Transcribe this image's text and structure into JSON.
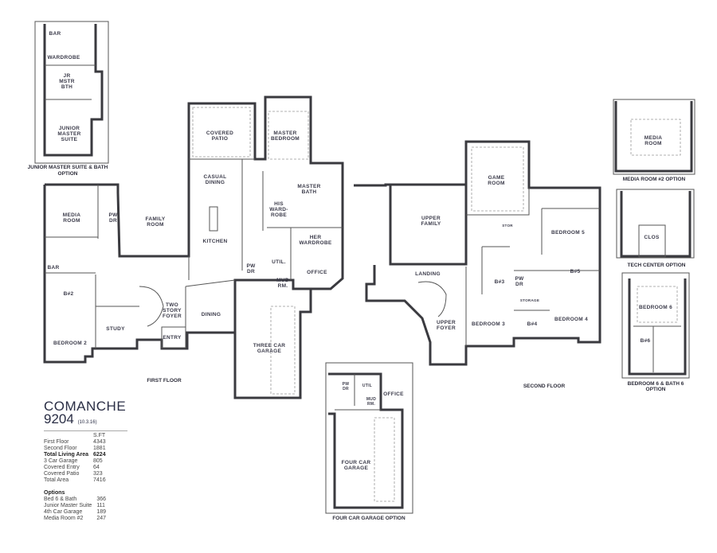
{
  "plan": {
    "name": "COMANCHE",
    "number": "9204",
    "date": "(10.3.16)",
    "area_header": "S.FT",
    "areas": [
      {
        "label": "First Floor",
        "value": "4343"
      },
      {
        "label": "Second Floor",
        "value": "1881"
      },
      {
        "label": "Total Living Area",
        "value": "6224"
      },
      {
        "label": "3 Car Garage",
        "value": "805"
      },
      {
        "label": "Covered Entry",
        "value": "64"
      },
      {
        "label": "Covered Patio",
        "value": "323"
      },
      {
        "label": "Total Area",
        "value": "7416"
      }
    ],
    "options_title": "Options",
    "options": [
      {
        "label": "Bed 6 & Bath",
        "value": "366"
      },
      {
        "label": "Junior Master Suite",
        "value": "111"
      },
      {
        "label": "4th Car Garage",
        "value": "189"
      },
      {
        "label": "Media Room #2",
        "value": "247"
      }
    ]
  },
  "first_floor": {
    "caption": "FIRST FLOOR",
    "rooms": {
      "covered_patio": [
        "COVERED",
        "PATIO"
      ],
      "master_bedroom": [
        "MASTER",
        "BEDROOM"
      ],
      "casual_dining": [
        "CASUAL",
        "DINING"
      ],
      "master_bath": [
        "MASTER",
        "BATH"
      ],
      "his_wardrobe": [
        "HIS",
        "WARD-",
        "ROBE"
      ],
      "family_room": [
        "FAMILY",
        "ROOM"
      ],
      "media_room": [
        "MEDIA",
        "ROOM"
      ],
      "pw_dr_1": [
        "PW",
        "DR"
      ],
      "kitchen": "KITCHEN",
      "her_wardrobe": [
        "HER",
        "WARDROBE"
      ],
      "bar": "BAR",
      "pw_dr_2": [
        "PW",
        "DR"
      ],
      "util": "UTIL.",
      "office": "OFFICE",
      "mud_rm": [
        "MUD",
        "RM."
      ],
      "bath_2": "B#2",
      "two_story_foyer": [
        "TWO",
        "STORY",
        "FOYER"
      ],
      "dining": "DINING",
      "study": "STUDY",
      "entry": "ENTRY",
      "bedroom_2": "BEDROOM 2",
      "three_car_garage": [
        "THREE CAR",
        "GARAGE"
      ]
    }
  },
  "junior_option": {
    "caption": [
      "JUNIOR MASTER SUITE & BATH",
      "OPTION"
    ],
    "rooms": {
      "bar": "BAR",
      "wardrobe": "WARDROBE",
      "jr_mstr_bth": [
        "JR",
        "MSTR",
        "BTH"
      ],
      "junior_master_suite": [
        "JUNIOR",
        "MASTER",
        "SUITE"
      ]
    }
  },
  "second_floor": {
    "caption": "SECOND FLOOR",
    "rooms": {
      "game_room": [
        "GAME",
        "ROOM"
      ],
      "upper_family": [
        "UPPER",
        "FAMILY"
      ],
      "stor": "STOR",
      "bedroom_5": "BEDROOM 5",
      "landing": "LANDING",
      "bath_5": "B#5",
      "bath_3": "B#3",
      "pw_dr": [
        "PW",
        "DR"
      ],
      "storage": "STORAGE",
      "upper_foyer": [
        "UPPER",
        "FOYER"
      ],
      "bedroom_3": "BEDROOM 3",
      "bath_4": "B#4",
      "bedroom_4": "BEDROOM 4"
    }
  },
  "media_option": {
    "caption": "MEDIA ROOM #2 OPTION",
    "room": [
      "MEDIA",
      "ROOM"
    ]
  },
  "tech_option": {
    "caption": "TECH CENTER OPTION",
    "room": "CLOS"
  },
  "bedroom6_option": {
    "caption": [
      "BEDROOM 6 & BATH 6",
      "OPTION"
    ],
    "bedroom": "BEDROOM 6",
    "bath": "B#6"
  },
  "garage_option": {
    "caption": "FOUR CAR GARAGE OPTION",
    "rooms": {
      "pw_dr": [
        "PW",
        "DR"
      ],
      "util": "UTIL",
      "office": "OFFICE",
      "mud_rm": [
        "MUD",
        "RM."
      ],
      "garage": [
        "FOUR CAR",
        "GARAGE"
      ]
    }
  }
}
